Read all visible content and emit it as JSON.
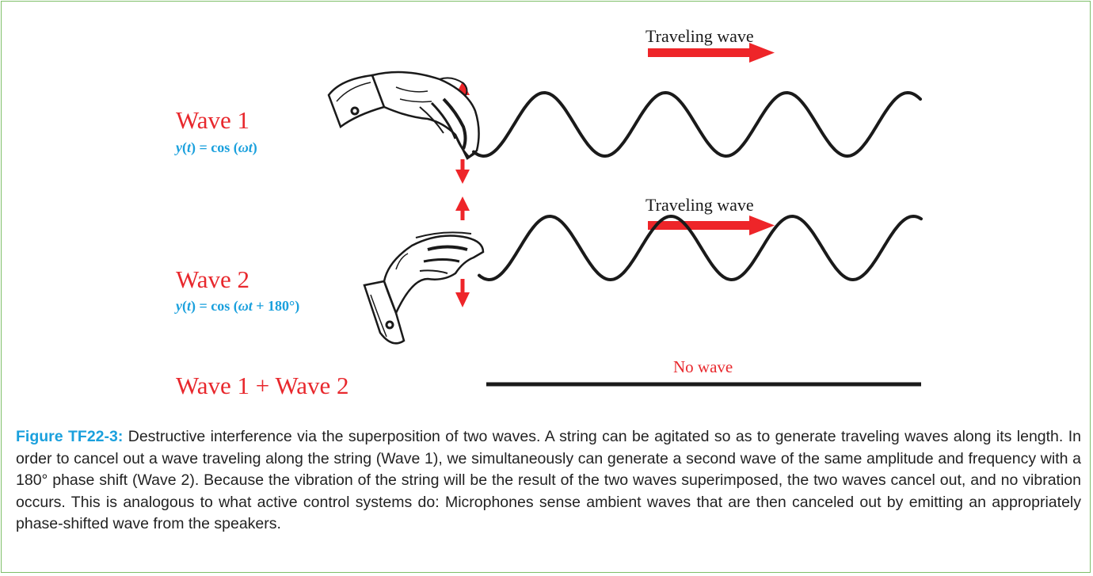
{
  "colors": {
    "frame": "#7fbf6a",
    "wave_label": "#e8282d",
    "equation": "#1aa0dd",
    "arrow": "#ee2529",
    "string": "#1a1a1a",
    "hand_ink": "#1a1a1a"
  },
  "wave1": {
    "label": "Wave 1",
    "equation_y": "y",
    "equation_t": "t",
    "equation_mid": ") = cos (",
    "equation_omega": "ωt",
    "equation_end": ")",
    "traveling_label": "Traveling wave",
    "phase_deg": 0
  },
  "wave2": {
    "label": "Wave 2",
    "equation_y": "y",
    "equation_t": "t",
    "equation_mid": ") = cos (",
    "equation_omega": "ωt",
    "equation_end": " + 180°)",
    "traveling_label": "Traveling wave",
    "phase_deg": 180
  },
  "sum": {
    "label": "Wave 1 + Wave 2",
    "result_label": "No wave"
  },
  "icons": [
    "hand-icon",
    "up-arrow-icon",
    "down-arrow-icon",
    "right-arrow-icon"
  ],
  "caption": {
    "figure_label": "Figure TF22-3:",
    "text": " Destructive interference via the superposition of two waves. A string can be agitated so as to generate traveling waves along its length. In order to cancel out a wave traveling along the string (Wave 1), we simultaneously can generate a second wave of the same amplitude and frequency with a 180° phase shift (Wave 2). Because the vibration of the string will be the result of the two waves superimposed, the two waves cancel out, and no vibration occurs. This is analogous to what active control systems do: Microphones sense ambient waves that are then canceled out by emitting an appropriately phase-shifted wave from the speakers."
  }
}
